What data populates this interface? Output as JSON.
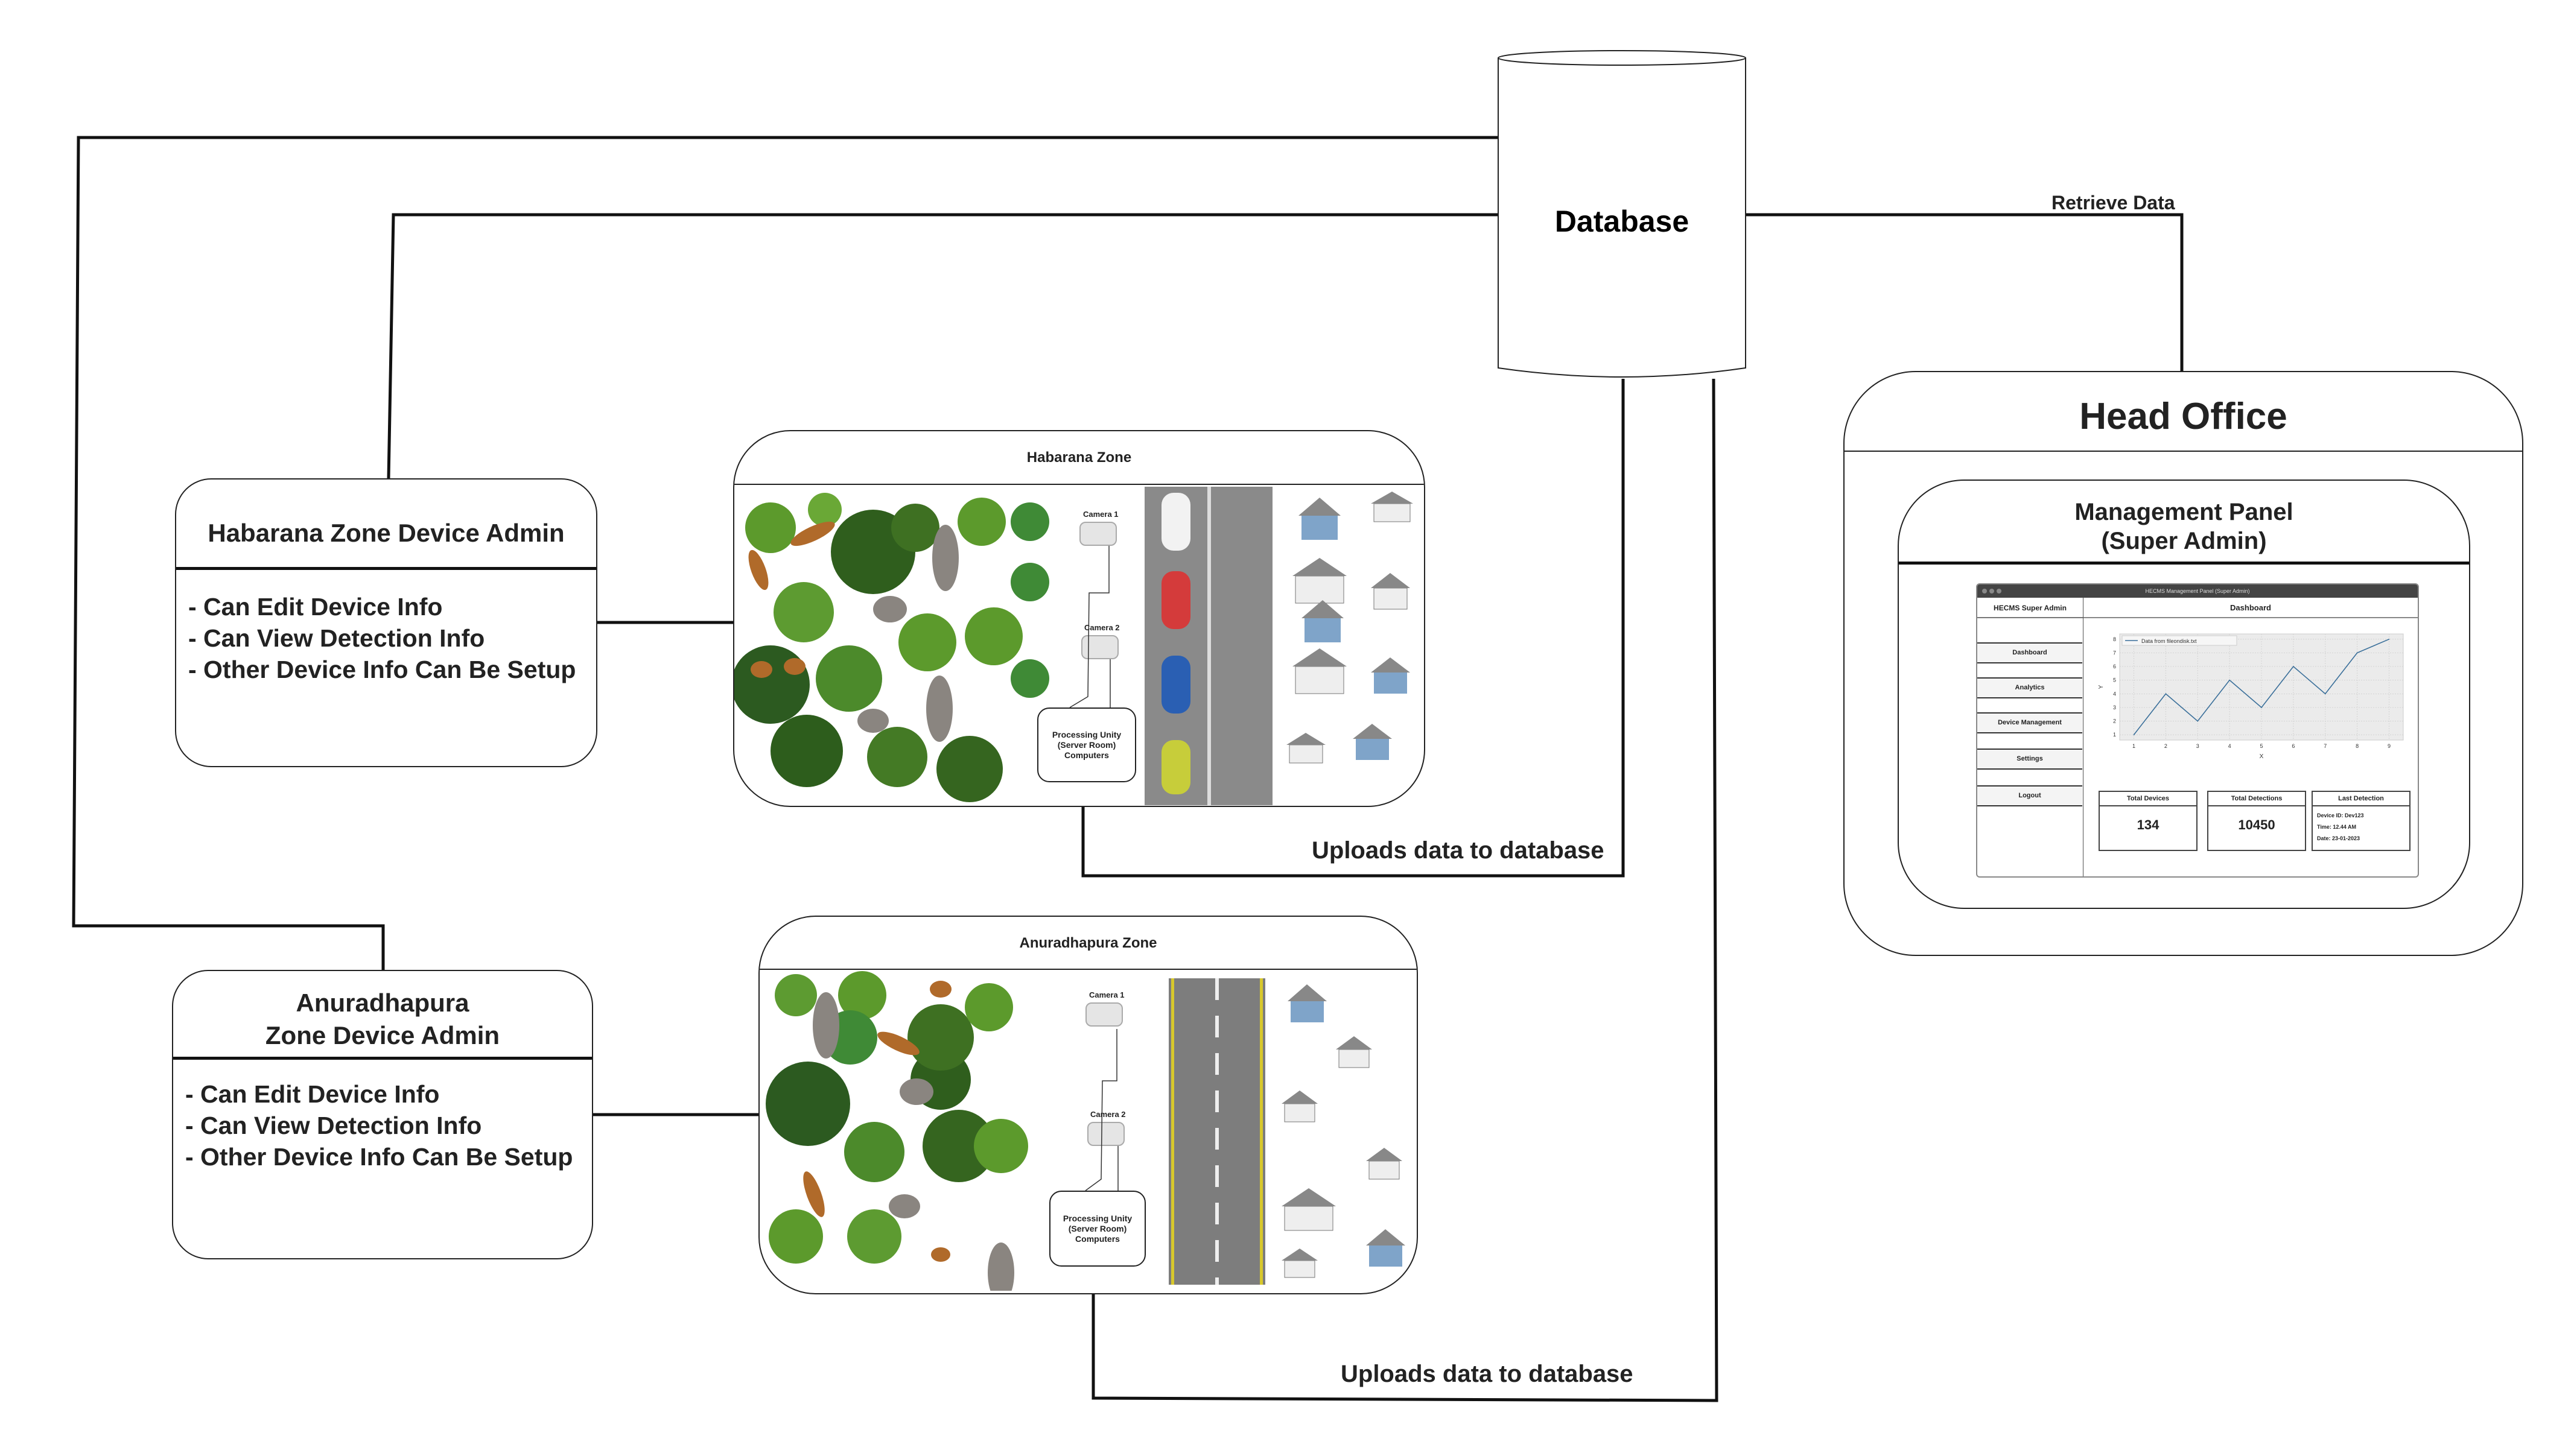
{
  "database": {
    "label": "Database"
  },
  "connections": {
    "retrieve_label": "Retrieve Data",
    "upload_label_habarana": "Uploads data to database",
    "upload_label_anuradhapura": "Uploads data to database"
  },
  "habarana_admin": {
    "title": "Habarana Zone Device Admin",
    "permissions": [
      "- Can Edit Device Info",
      "- Can View Detection Info",
      "- Other Device Info Can Be Setup"
    ]
  },
  "anuradhapura_admin": {
    "title_line1": "Anuradhapura",
    "title_line2": "Zone Device Admin",
    "permissions": [
      "- Can Edit Device Info",
      "- Can View Detection Info",
      "- Other Device Info Can Be Setup"
    ]
  },
  "habarana_zone": {
    "title": "Habarana Zone",
    "camera1": "Camera 1",
    "camera2": "Camera 2",
    "processing": [
      "Processing Unity",
      "(Server Room)",
      "Computers"
    ]
  },
  "anuradhapura_zone": {
    "title": "Anuradhapura Zone",
    "camera1": "Camera 1",
    "camera2": "Camera 2",
    "processing": [
      "Processing Unity",
      "(Server Room)",
      "Computers"
    ]
  },
  "head_office": {
    "title": "Head Office",
    "panel_title_line1": "Management Panel",
    "panel_title_line2": "(Super Admin)",
    "window": {
      "title_bar": "HECMS Management Panel (Super Admin)",
      "sidebar_title": "HECMS Super Admin",
      "main_title": "Dashboard",
      "nav": [
        "Dashboard",
        "Analytics",
        "Device Management",
        "Settings",
        "Logout"
      ],
      "stats": {
        "total_devices_label": "Total Devices",
        "total_devices_value": "134",
        "total_detections_label": "Total Detections",
        "total_detections_value": "10450",
        "last_detection_label": "Last Detection",
        "last_detection_device": "Device ID: Dev123",
        "last_detection_time": "Time: 12.44 AM",
        "last_detection_date": "Date: 23-01-2023"
      }
    }
  },
  "chart_data": {
    "type": "line",
    "title": "",
    "xlabel": "X",
    "ylabel": "Y",
    "x": [
      1,
      2,
      3,
      4,
      5,
      6,
      7,
      8,
      9
    ],
    "series": [
      {
        "name": "Data from fileondisk.txt",
        "values": [
          1,
          4,
          2,
          5,
          3,
          6,
          4,
          7,
          8
        ]
      }
    ],
    "xlim": [
      1,
      9
    ],
    "ylim": [
      1,
      8
    ],
    "xticks": [
      "1",
      "2",
      "3",
      "4",
      "5",
      "6",
      "7",
      "8",
      "9"
    ],
    "yticks": [
      "1",
      "2",
      "3",
      "4",
      "5",
      "6",
      "7",
      "8"
    ],
    "grid": true,
    "legend": "top-left",
    "line_color": "#3a6f9a"
  }
}
